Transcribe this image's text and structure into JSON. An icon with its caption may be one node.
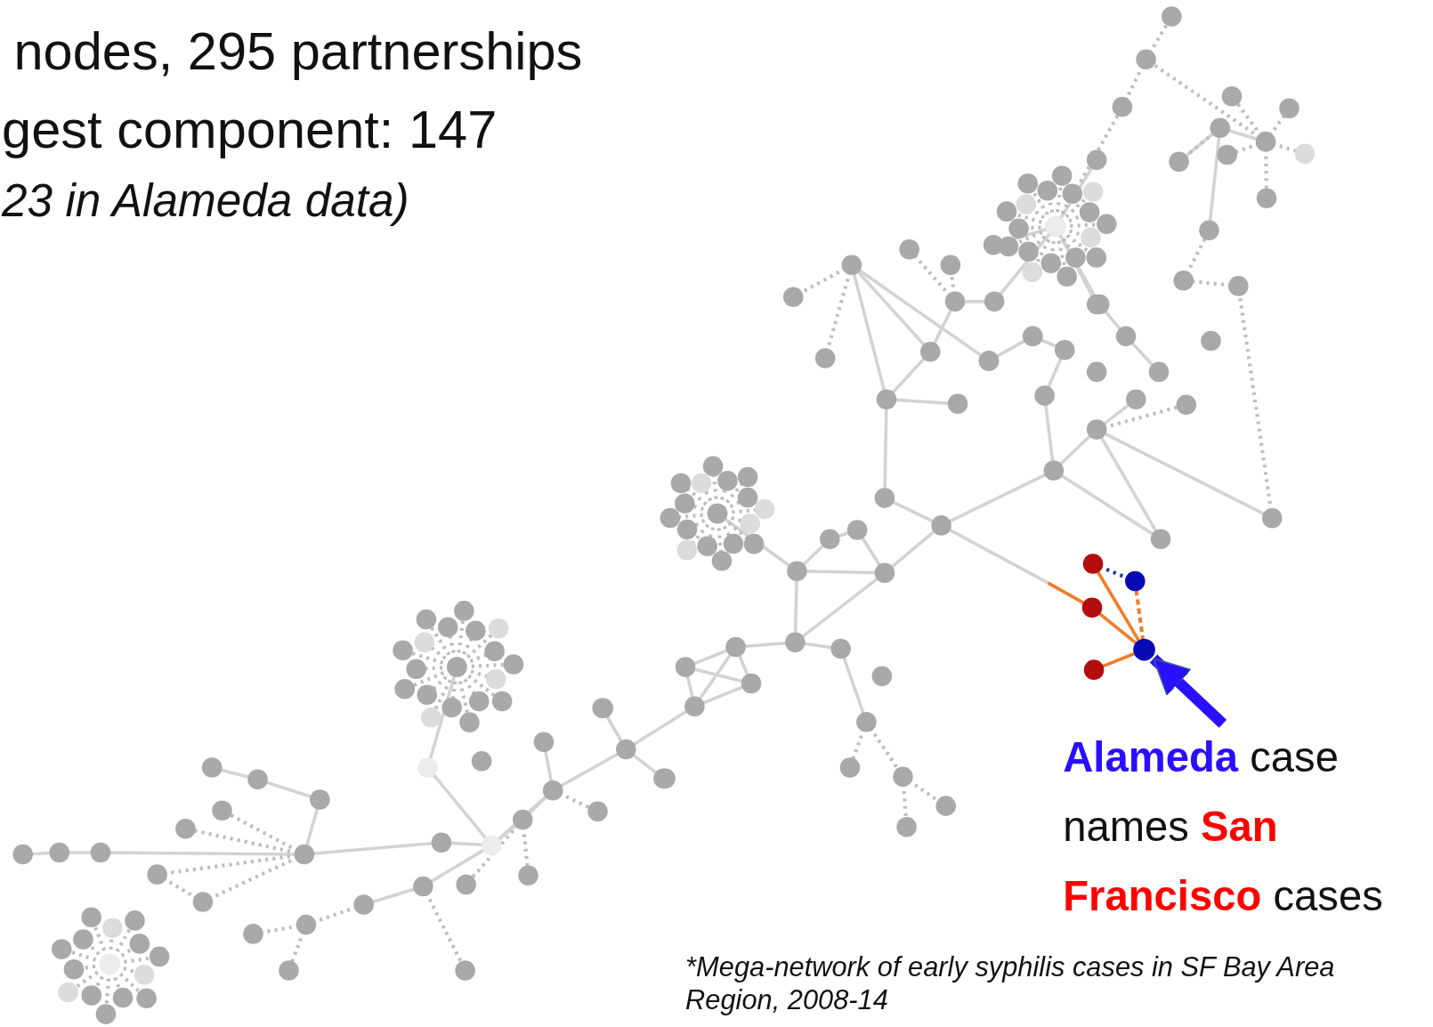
{
  "diagram": {
    "caption": "*Mega-network of early syphilis cases in SF Bay Area Region, 2008-14",
    "nodes": [
      {
        "text": [
          "**Alameda** case names **San Francisco** cases"
        ]
      },
      {
        "text": [],
        "shape": "circle"
      }
    ],
    "edges": [
      {
        "from": 0,
        "to": 1,
        "arrow": "to"
      }
    ],
    "labels": [
      "nodes, 295 partnerships",
      "gest component: 147",
      "23 in Alameda data)"
    ]
  }
}
